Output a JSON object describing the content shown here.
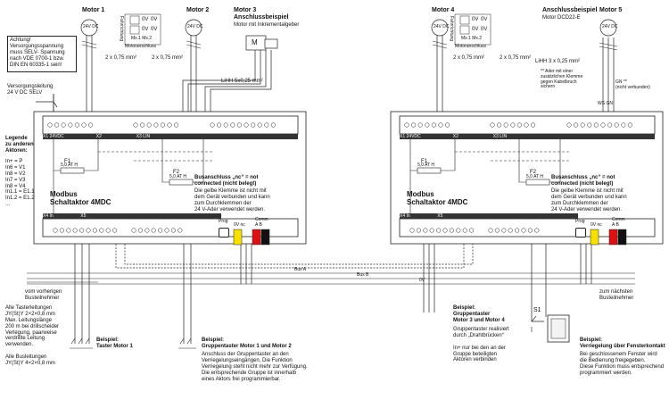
{
  "motors": [
    {
      "label": "Motor 1",
      "voltage": "24V DC"
    },
    {
      "label": "Motor 2",
      "voltage": "24V DC"
    },
    {
      "label": "Motor 3",
      "title": "Anschlussbeispiel",
      "subtitle": "Motor mit Inkrementalgeber",
      "icon_text": "M"
    },
    {
      "label": "Motor 4",
      "voltage": "24V DC"
    },
    {
      "label": "Motor 5",
      "title": "Anschlussbeispiel",
      "subtitle": "Motor DCD22-E",
      "voltage": "24V DC"
    }
  ],
  "truth_table": {
    "header": "Fahrrichtung",
    "rows": [
      [
        "0V",
        "0V"
      ],
      [
        "0V",
        "0V"
      ]
    ],
    "mode": "Mx.1 Mx.2",
    "caption": "Motoranschluss"
  },
  "warning": "Achtung!\nVersorgungsspannung\nmuss SELV- Spannung\nnach VDE 0700-1 bzw.\nDIN EN 60335-1 sein!",
  "supply": "Versorgungsleitung\n24 V DC SELV",
  "cables": {
    "c1": "2 x 0,75 mm²",
    "c2": "2 x 0,75 mm²",
    "c3": "LiHH 5x0,25 mm²",
    "c4": "2 x 0,75 mm²",
    "c5": "2 x 0,75 mm²",
    "c6": "LiHH 3 x 0,25 mm²"
  },
  "motor5_note": "** Ader mit einer\nzusätzlichen Klemme\ngegen Kabelbruch\nsichern",
  "gn_note": "GN **\n(nicht verbunden)",
  "ws_label": "WS GN",
  "legend": {
    "title": "Legende\nzu anderen\nAktoren:",
    "lines": "In+ = P\nIn6 = V1\nIn8 = V2\nIn7 = V3\nIn8 = V4\nIn1.1 = E1.1\nIn1.2 = E1.2\n..."
  },
  "modules": [
    {
      "title": "Modbus\nSchaltaktor 4MDC",
      "fuse1": "F1",
      "fuse1_val": "5,0 AT H",
      "fuse2": "F2",
      "fuse2_val": "5,0 AT H",
      "nc_title": "Busanschluss „nc“ = not\nconnected (nicht belegt)",
      "nc_text": "Die gelbe Klemme ist nicht mit\ndem Gerät verbunden und kann\nzum Durchklemmen der\n24 V-Ader verwendet werden.",
      "top_left": "X1 24VDC",
      "top_mid": "X2",
      "top_right": "X3 LIN",
      "bottom_left": "X4 In",
      "bottom_mid": "X5",
      "prog": "Prog",
      "comm": "Comm",
      "bus": "A B",
      "ov_nc": "0V nc"
    },
    {
      "title": "Modbus\nSchaltaktor 4MDC",
      "fuse1": "F1",
      "fuse1_val": "5,0 AT H",
      "fuse2": "F2",
      "fuse2_val": "5,0 AT H",
      "nc_title": "Busanschluss „nc“ = not\nconnected (nicht belegt)",
      "nc_text": "Die gelbe Klemme ist nicht mit\ndem Gerät verbunden und kann\nzum Durchklemmen der\n24 V-Ader verwendet werden.",
      "top_left": "X1 24VDC",
      "top_mid": "X2",
      "top_right": "X3 LIN",
      "bottom_left": "X4 In",
      "bottom_mid": "X5",
      "prog": "Prog",
      "comm": "Comm",
      "bus": "A B",
      "ov_nc": "0V nc"
    }
  ],
  "bus_left": "vom vorherigen\nBusteilnehmer",
  "bus_right": "zum nächsten\nBusteilnehmer",
  "bus_labels": [
    "Bus A",
    "Bus B",
    "0V"
  ],
  "cable_notes": "Alle Tasterleitungen\nJY(St)Y 2×2×0,8 mm\nMax. Leitungslänge\n200 m bei drillscheider\nVerlegung, paarweise\nverdrillte Leitung\nverwenden.\n\nAlle Busleitungen\nJY(St)Y 4×2×0,8 mm",
  "examples": [
    {
      "title": "Beispiel:\nTaster Motor 1",
      "text": ""
    },
    {
      "title": "Beispiel:\nGruppentaster Motor 1 und Motor 2",
      "text": "Anschluss der Gruppentaster an den\nVerriegelungseingängen. Die Funktion\nVerriegelung steht nicht mehr zur Verfügung.\nDie entsprechende Gruppe ist innerhalb\neines Aktors frei programmierbar."
    },
    {
      "title": "Beispiel:\nGruppentaster\nMotor 3 und Motor 4",
      "text": "Gruppentaster realisiert\ndurch „Drahtbrücken“\n\nIn+ nur bei den an der\nGruppe beteiligten\nAktoren verbinden"
    },
    {
      "title": "Beispiel:\nVerriegelung über Fensterkontakt",
      "text": "Bei geschlossenem Fenster wird\ndie Bedienung freigegeben.\nDiese Funktion muss entsprechend\nprogrammiert werden."
    }
  ],
  "s1": "S1",
  "colors": {
    "line": "#222222",
    "yellow": "#f6e000",
    "red": "#e01010",
    "black": "#111111",
    "gray": "#cfcfcf"
  }
}
